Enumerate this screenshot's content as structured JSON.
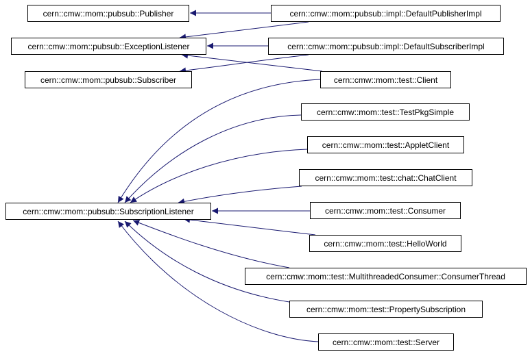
{
  "diagram": {
    "type": "class-inheritance-graph",
    "edge_color": "#191970",
    "nodes": [
      {
        "id": "publisher",
        "label": "cern::cmw::mom::pubsub::Publisher"
      },
      {
        "id": "exception_listener",
        "label": "cern::cmw::mom::pubsub::ExceptionListener"
      },
      {
        "id": "subscriber",
        "label": "cern::cmw::mom::pubsub::Subscriber"
      },
      {
        "id": "subscription_listener",
        "label": "cern::cmw::mom::pubsub::SubscriptionListener"
      },
      {
        "id": "default_publisher_impl",
        "label": "cern::cmw::mom::pubsub::impl::DefaultPublisherImpl"
      },
      {
        "id": "default_subscriber_impl",
        "label": "cern::cmw::mom::pubsub::impl::DefaultSubscriberImpl"
      },
      {
        "id": "client",
        "label": "cern::cmw::mom::test::Client"
      },
      {
        "id": "test_pkg_simple",
        "label": "cern::cmw::mom::test::TestPkgSimple"
      },
      {
        "id": "applet_client",
        "label": "cern::cmw::mom::test::AppletClient"
      },
      {
        "id": "chat_client",
        "label": "cern::cmw::mom::test::chat::ChatClient"
      },
      {
        "id": "consumer",
        "label": "cern::cmw::mom::test::Consumer"
      },
      {
        "id": "hello_world",
        "label": "cern::cmw::mom::test::HelloWorld"
      },
      {
        "id": "consumer_thread",
        "label": "cern::cmw::mom::test::MultithreadedConsumer::ConsumerThread"
      },
      {
        "id": "property_subscription",
        "label": "cern::cmw::mom::test::PropertySubscription"
      },
      {
        "id": "server",
        "label": "cern::cmw::mom::test::Server"
      }
    ],
    "edges": [
      {
        "from": "default_publisher_impl",
        "to": "publisher"
      },
      {
        "from": "default_publisher_impl",
        "to": "exception_listener"
      },
      {
        "from": "default_subscriber_impl",
        "to": "exception_listener"
      },
      {
        "from": "default_subscriber_impl",
        "to": "subscriber"
      },
      {
        "from": "client",
        "to": "exception_listener"
      },
      {
        "from": "client",
        "to": "subscription_listener"
      },
      {
        "from": "test_pkg_simple",
        "to": "subscription_listener"
      },
      {
        "from": "applet_client",
        "to": "subscription_listener"
      },
      {
        "from": "chat_client",
        "to": "subscription_listener"
      },
      {
        "from": "consumer",
        "to": "subscription_listener"
      },
      {
        "from": "hello_world",
        "to": "subscription_listener"
      },
      {
        "from": "consumer_thread",
        "to": "subscription_listener"
      },
      {
        "from": "property_subscription",
        "to": "subscription_listener"
      },
      {
        "from": "server",
        "to": "subscription_listener"
      }
    ]
  }
}
